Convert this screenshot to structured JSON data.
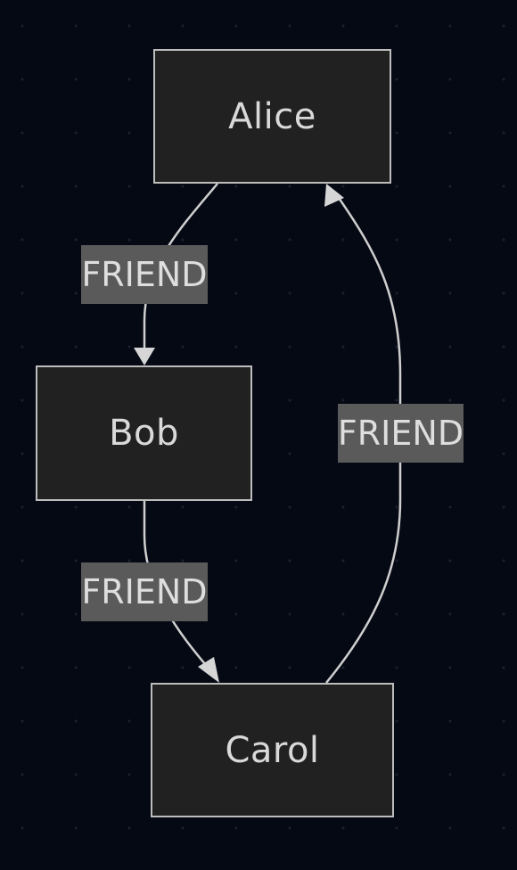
{
  "diagram": {
    "node_fill": "#202120",
    "node_border": "#bdbdbd",
    "edge_color": "#cfcfcf",
    "label_background": "#5a5a5a",
    "nodes": [
      {
        "id": "alice",
        "label": "Alice"
      },
      {
        "id": "bob",
        "label": "Bob"
      },
      {
        "id": "carol",
        "label": "Carol"
      }
    ],
    "edges": [
      {
        "from": "alice",
        "to": "bob",
        "label": "FRIEND"
      },
      {
        "from": "bob",
        "to": "carol",
        "label": "FRIEND"
      },
      {
        "from": "carol",
        "to": "alice",
        "label": "FRIEND"
      }
    ]
  }
}
